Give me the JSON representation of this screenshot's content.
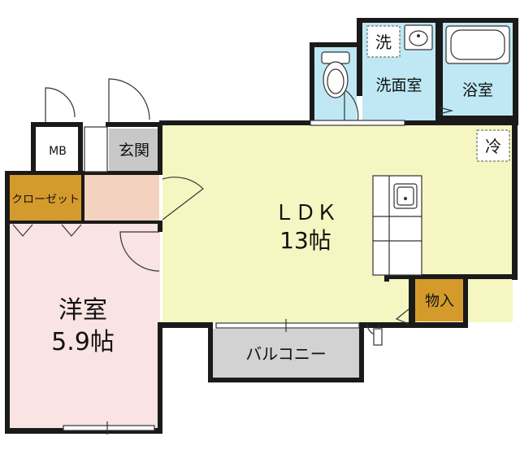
{
  "rooms": {
    "ldk_name": "ＬＤＫ",
    "ldk_size": "13帖",
    "bedroom_name": "洋室",
    "bedroom_size": "5.9帖",
    "washroom": "洗面室",
    "bathroom": "浴室",
    "entrance": "玄関",
    "closet": "クローゼット",
    "storage": "物入",
    "balcony": "バルコニー",
    "mb": "MB",
    "washer_mark": "洗",
    "fridge_mark": "冷"
  },
  "colors": {
    "ldk": "#f6f6c2",
    "washroom": "#bfe8f4",
    "bedroom": "#f9e3e3",
    "entry_hall": "#f3d3bf",
    "closet": "#d49b2c",
    "genkan": "#c8c8c8",
    "balcony": "#d2d2d2"
  }
}
